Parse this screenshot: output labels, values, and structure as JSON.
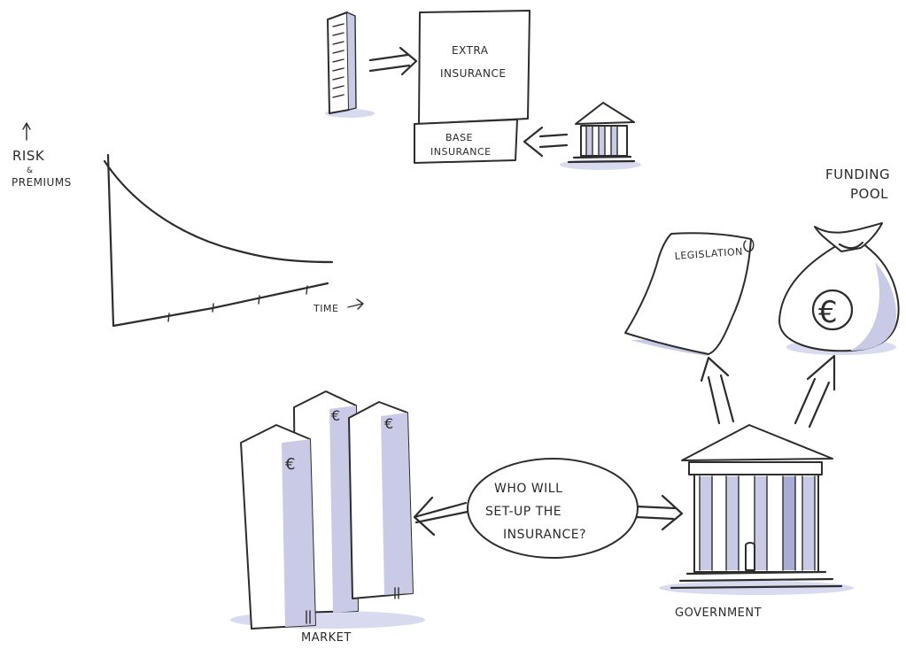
{
  "chart": {
    "ylabel_line1": "RISK",
    "ylabel_amp": "&",
    "ylabel_line2": "PREMIUMS",
    "xlabel": "TIME"
  },
  "insurance_box": {
    "extra_line1": "EXTRA",
    "extra_line2": "INSURANCE",
    "base_line1": "BASE",
    "base_line2": "INSURANCE"
  },
  "funding": {
    "label_line1": "FUNDING",
    "label_line2": "POOL",
    "currency": "€"
  },
  "legislation": {
    "label": "LEGISLATION"
  },
  "speech": {
    "line1": "WHO WILL",
    "line2": "SET-UP THE",
    "line3": "INSURANCE?"
  },
  "market": {
    "label": "MARKET",
    "currency": "€"
  },
  "government": {
    "label": "GOVERNMENT"
  },
  "colors": {
    "ink": "#2d2d2d",
    "shade": "#c9cbe6",
    "shade_dark": "#a9acd6"
  }
}
